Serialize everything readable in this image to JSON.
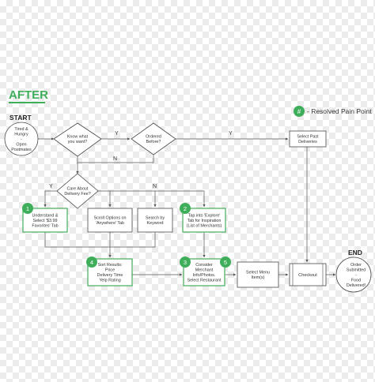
{
  "title": "AFTER",
  "legend": {
    "badge": "#",
    "text": "- Resolved Pain Point"
  },
  "start": {
    "label": "START",
    "lines": [
      "Tired &",
      "Hungry",
      "-",
      "Open",
      "Postmates"
    ]
  },
  "end": {
    "label": "END",
    "lines": [
      "Order",
      "Submitted",
      "-",
      "Food",
      "Delivered!"
    ]
  },
  "decisions": {
    "know": [
      "Know what",
      "you want?"
    ],
    "ordered": [
      "Ordered",
      "Before?"
    ],
    "fee": [
      "Care About",
      "Delivery Fee?"
    ]
  },
  "steps": {
    "favorites": [
      "Understand &",
      "Select '$3.99",
      "Favorites' Tab"
    ],
    "scroll": [
      "Scroll Options on",
      "'Anywhere' Tab"
    ],
    "search": [
      "Search by",
      "Keyword"
    ],
    "explore": [
      "Tap into 'Explore'",
      "Tab for Inspiration",
      "(List of Merchants)"
    ],
    "sort": [
      "Sort Results:",
      "Price",
      "Delivery Time",
      "Yelp Rating"
    ],
    "consider": [
      "Consider",
      "Merchant",
      "Info/Photos.",
      "Select Restaurant"
    ],
    "menu": [
      "Select Menu",
      "Item(s)"
    ],
    "checkout": [
      "Checkout"
    ],
    "past": [
      "Select Past",
      "Deliveries"
    ]
  },
  "badges": {
    "favorites": "1",
    "explore": "2",
    "consider": "3",
    "sort": "4",
    "consider_b": "5"
  },
  "edge_labels": {
    "know_yes": "Y",
    "ordered_yes": "Y",
    "ordered_no": "N",
    "fee_yes": "Y",
    "fee_no": "N"
  },
  "colors": {
    "accent": "#3fae5b",
    "box_border": "#4a4a4a",
    "text": "#333333",
    "line": "#555555"
  }
}
